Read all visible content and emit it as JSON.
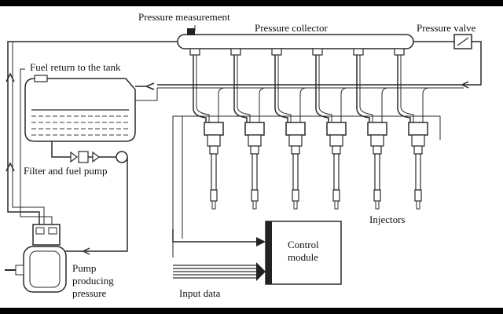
{
  "labels": {
    "pressure_measurement": "Pressure measurement",
    "pressure_collector": "Pressure collector",
    "pressure_valve": "Pressure valve",
    "fuel_return": "Fuel return to the tank",
    "filter_pump": "Filter and fuel pump",
    "injectors": "Injectors",
    "control_module_line1": "Control",
    "control_module_line2": "module",
    "pump_line1": "Pump",
    "pump_line2": "producing",
    "pump_line3": "pressure",
    "input_data": "Input data"
  },
  "colors": {
    "line": "#2a2a2a",
    "fill": "#ffffff",
    "fuel": "#3a3a3a",
    "background": "#000000"
  }
}
